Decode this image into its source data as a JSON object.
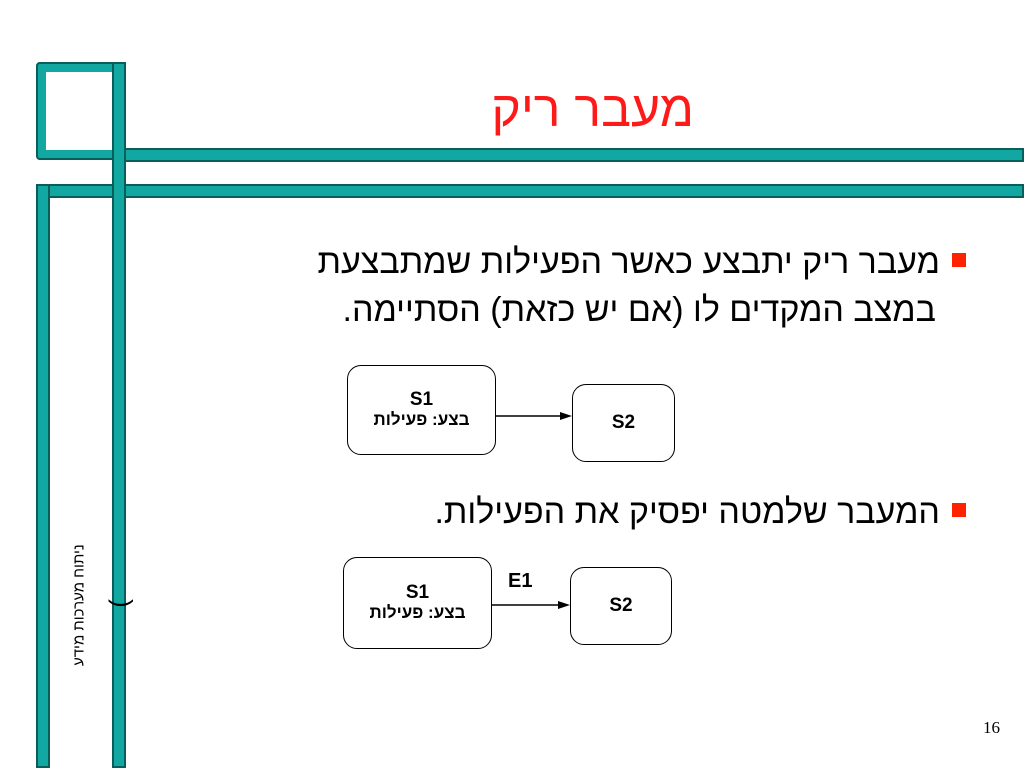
{
  "title": "מעבר ריק",
  "bullets": [
    {
      "line1": "מעבר ריק יתבצע כאשר הפעילות שמתבצעת",
      "line2": "במצב המקדים לו (אם יש כזאת) הסתיימה."
    },
    {
      "line1": "המעבר שלמטה יפסיק את הפעילות."
    }
  ],
  "diagram1": {
    "source": {
      "name": "S1",
      "activity": "בצע: פעילות"
    },
    "target": {
      "name": "S2"
    }
  },
  "diagram2": {
    "source": {
      "name": "S1",
      "activity": "בצע: פעילות"
    },
    "target": {
      "name": "S2"
    },
    "edge_label": "E1"
  },
  "sidebar_label": "ניתוח מערכות מידע",
  "parenthesis": ")",
  "page_number": "16",
  "colors": {
    "accent_teal": "#12a7a1",
    "title_red": "#ff1a1a",
    "bullet_red": "#ff2200"
  }
}
